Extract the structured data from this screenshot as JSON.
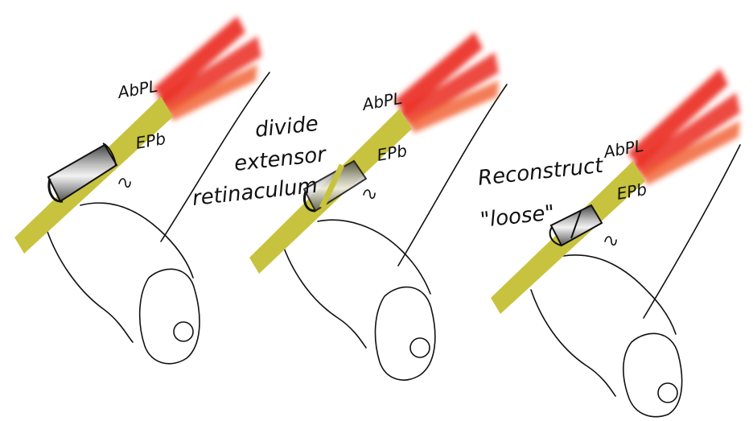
{
  "panels": [
    {
      "id": "panel-1",
      "labels": {
        "abpl": "AbPL",
        "epb": "EPb"
      },
      "colors": {
        "tendon": "#c8c33e",
        "muscle": "#ea2a1f",
        "sheath": "#8a8a8a"
      }
    },
    {
      "id": "panel-2",
      "labels": {
        "abpl": "AbPL",
        "epb": "EPb"
      },
      "annotation_lines": [
        "divide",
        "extensor",
        "retinaculum"
      ],
      "colors": {
        "tendon": "#c8c33e",
        "muscle": "#ea2a1f",
        "sheath": "#8a8a8a"
      }
    },
    {
      "id": "panel-3",
      "labels": {
        "abpl": "AbPL",
        "epb": "EPb"
      },
      "annotation_lines": [
        "Reconstruct",
        "\"loose\""
      ],
      "colors": {
        "tendon": "#c8c33e",
        "muscle": "#ea2a1f",
        "sheath": "#8a8a8a"
      }
    }
  ]
}
